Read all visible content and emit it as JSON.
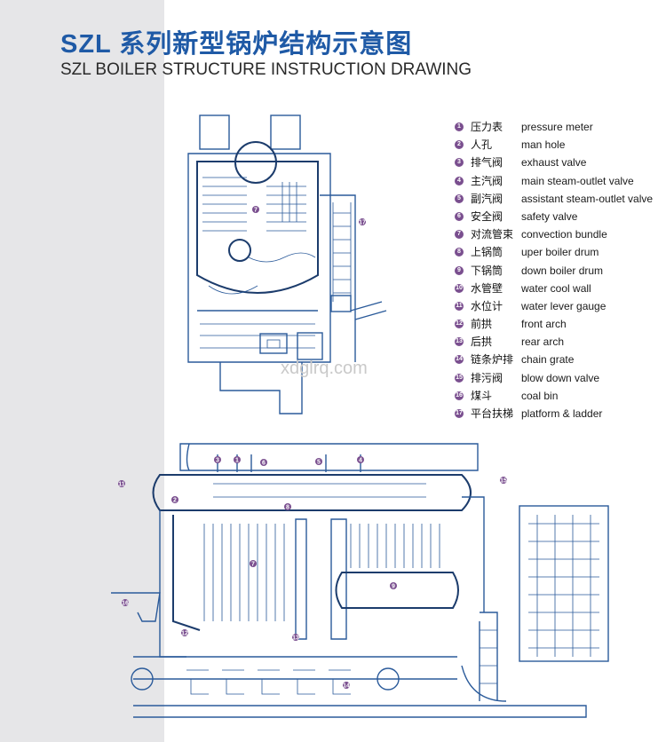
{
  "header": {
    "title_cn": "SZL 系列新型锅炉结构示意图",
    "title_en": "SZL BOILER STRUCTURE INSTRUCTION DRAWING"
  },
  "legend": [
    {
      "num": "1",
      "cn": "压力表",
      "en": "pressure meter"
    },
    {
      "num": "2",
      "cn": "人孔",
      "en": "man hole"
    },
    {
      "num": "3",
      "cn": "排气阀",
      "en": "exhaust valve"
    },
    {
      "num": "4",
      "cn": "主汽阀",
      "en": "main steam-outlet valve"
    },
    {
      "num": "5",
      "cn": "副汽阀",
      "en": "assistant steam-outlet valve"
    },
    {
      "num": "6",
      "cn": "安全阀",
      "en": "safety valve"
    },
    {
      "num": "7",
      "cn": "对流管束",
      "en": "convection bundle"
    },
    {
      "num": "8",
      "cn": "上锅筒",
      "en": "uper boiler drum"
    },
    {
      "num": "9",
      "cn": "下锅筒",
      "en": "down boiler drum"
    },
    {
      "num": "10",
      "cn": "水管壁",
      "en": "water cool wall"
    },
    {
      "num": "11",
      "cn": "水位计",
      "en": "water lever gauge"
    },
    {
      "num": "12",
      "cn": "前拱",
      "en": "front arch"
    },
    {
      "num": "13",
      "cn": "后拱",
      "en": "rear arch"
    },
    {
      "num": "14",
      "cn": "链条炉排",
      "en": "chain grate"
    },
    {
      "num": "15",
      "cn": "排污阀",
      "en": "blow down valve"
    },
    {
      "num": "16",
      "cn": "煤斗",
      "en": "coal bin"
    },
    {
      "num": "17",
      "cn": "平台扶梯",
      "en": "platform & ladder"
    }
  ],
  "watermark": "xdglrq.com"
}
